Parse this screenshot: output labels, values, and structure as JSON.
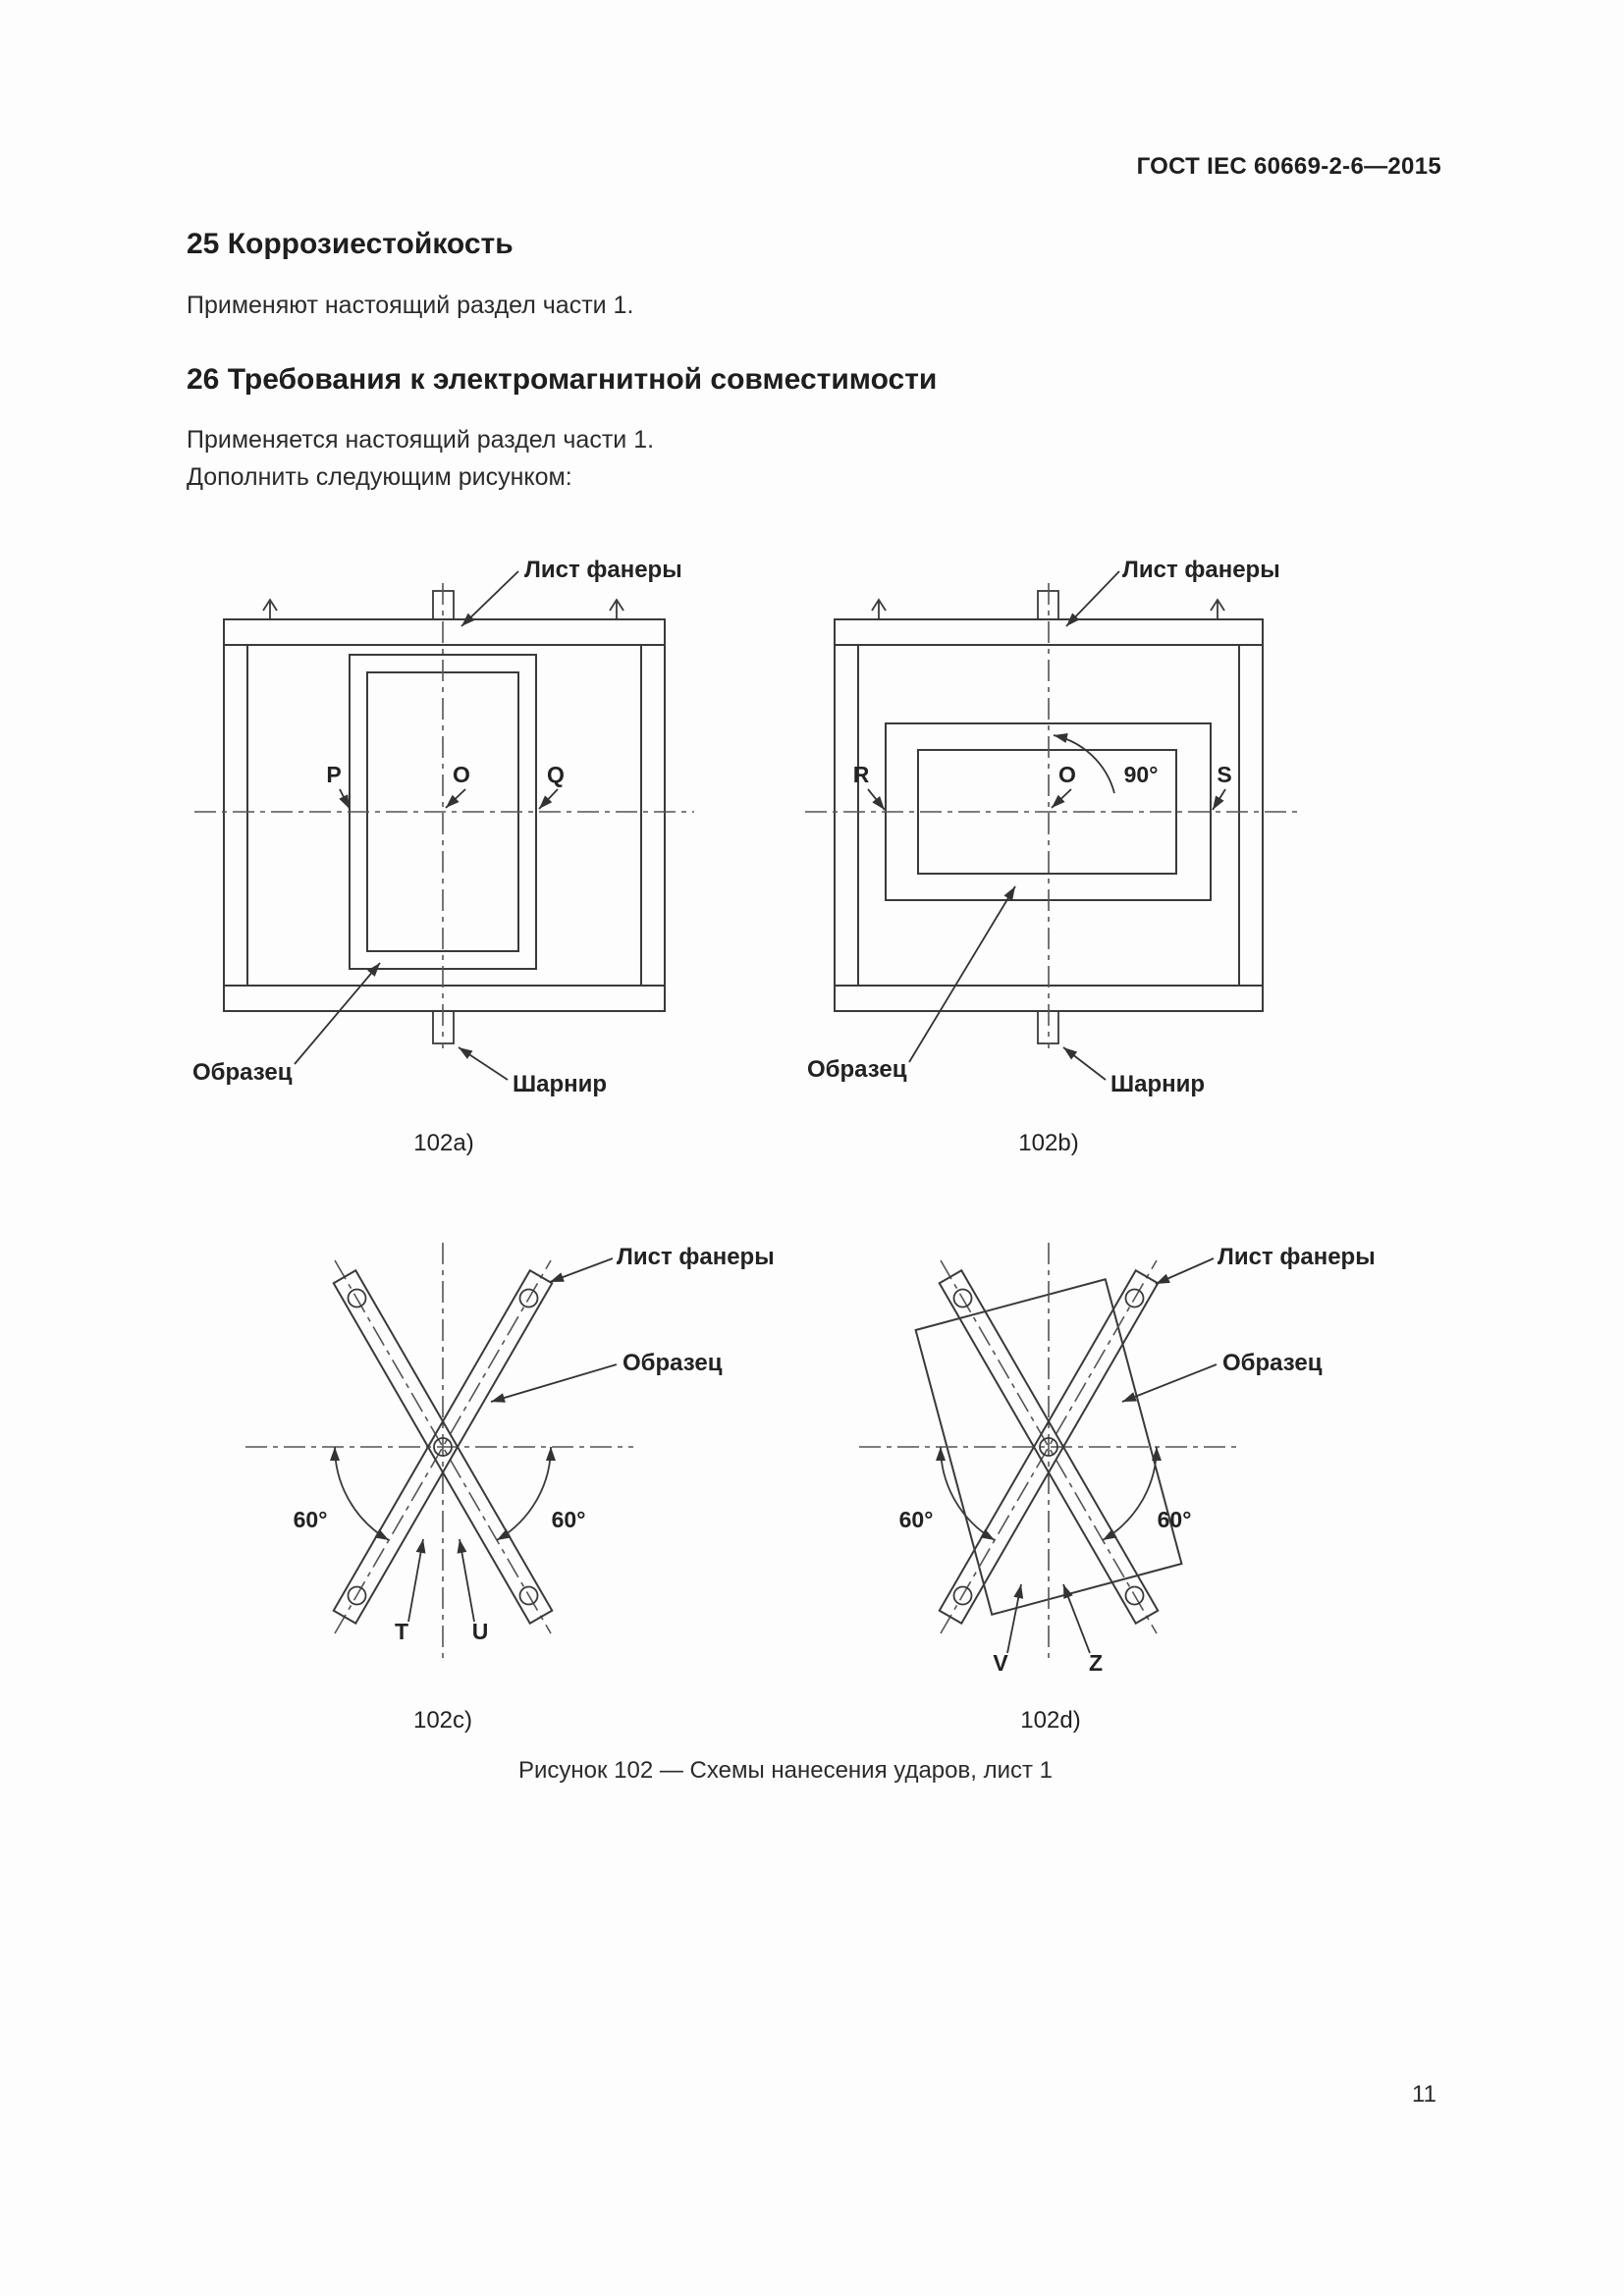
{
  "page": {
    "header": "ГОСТ IEC 60669-2-6—2015",
    "page_number": "11"
  },
  "sections": {
    "s25": {
      "heading": "25 Коррозиестойкость",
      "body": "Применяют настоящий раздел части 1."
    },
    "s26": {
      "heading": "26 Требования к электромагнитной совместимости",
      "body1": "Применяется настоящий раздел части 1.",
      "body2": "Дополнить следующим рисунком:"
    }
  },
  "figure": {
    "caption": "Рисунок 102 — Схемы нанесения ударов, лист 1",
    "shared": {
      "plywood": "Лист фанеры",
      "specimen": "Образец",
      "hinge": "Шарнир"
    },
    "a": {
      "caption": "102a)",
      "left": "P",
      "center": "O",
      "right": "Q"
    },
    "b": {
      "caption": "102b)",
      "left": "R",
      "center": "O",
      "right": "S",
      "angle": "90°"
    },
    "c": {
      "caption": "102c)",
      "left_point": "T",
      "right_point": "U",
      "angle": "60°"
    },
    "d": {
      "caption": "102d)",
      "left_point": "V",
      "right_point": "Z",
      "angle": "60°"
    }
  }
}
